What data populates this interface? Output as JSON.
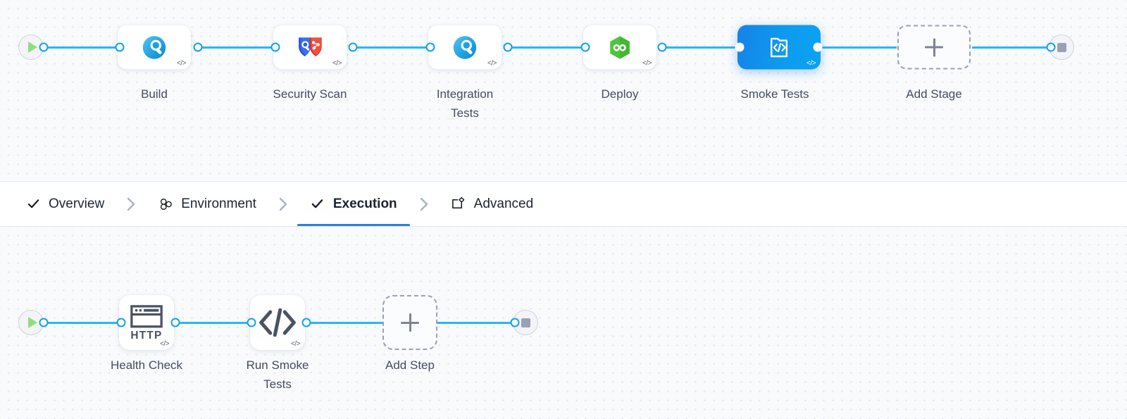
{
  "pipeline": {
    "stages_row": {
      "start_node": {
        "icon": "play-icon",
        "label": ""
      },
      "end_node": {
        "icon": "stop-icon",
        "label": ""
      },
      "stages": [
        {
          "id": "build",
          "label": "Build",
          "icon": "magnifier-gradient-icon",
          "badge": "</>",
          "selected": false
        },
        {
          "id": "security-scan",
          "label": "Security Scan",
          "icon": "dual-shield-icon",
          "badge": "</>",
          "selected": false
        },
        {
          "id": "integration-tests",
          "label": "Integration\nTests",
          "icon": "magnifier-gradient-icon",
          "badge": "</>",
          "selected": false
        },
        {
          "id": "deploy",
          "label": "Deploy",
          "icon": "hexagon-infinity-icon",
          "badge": "</>",
          "selected": false
        },
        {
          "id": "smoke-tests",
          "label": "Smoke Tests",
          "icon": "code-card-icon",
          "badge": "</>",
          "selected": true
        }
      ],
      "add_stage": {
        "label": "Add Stage",
        "icon": "plus-icon"
      }
    },
    "steps_row": {
      "start_node": {
        "icon": "play-icon"
      },
      "end_node": {
        "icon": "stop-icon"
      },
      "steps": [
        {
          "id": "health-check",
          "label": "Health Check",
          "icon": "http-icon",
          "badge": "</>"
        },
        {
          "id": "run-smoke-tests",
          "label": "Run Smoke\nTests",
          "icon": "code-tags-icon",
          "badge": "</>"
        }
      ],
      "add_step": {
        "label": "Add Step",
        "icon": "plus-icon"
      }
    }
  },
  "tabs": [
    {
      "id": "overview",
      "label": "Overview",
      "icon": "check-icon",
      "active": false
    },
    {
      "id": "environment",
      "label": "Environment",
      "icon": "molecule-icon",
      "active": false
    },
    {
      "id": "execution",
      "label": "Execution",
      "icon": "check-icon",
      "active": true
    },
    {
      "id": "advanced",
      "label": "Advanced",
      "icon": "card-gear-icon",
      "active": false
    }
  ],
  "tab_separator": "chevron-right-icon",
  "colors": {
    "wire": "#29b6f6",
    "port_stroke": "#11a2e8",
    "selected_node": "#0d8ae9",
    "active_tab_underline": "#2e7ee0",
    "canvas": "#f8fafc",
    "dot": "#dfe4ec",
    "label_text": "#444c5e"
  }
}
